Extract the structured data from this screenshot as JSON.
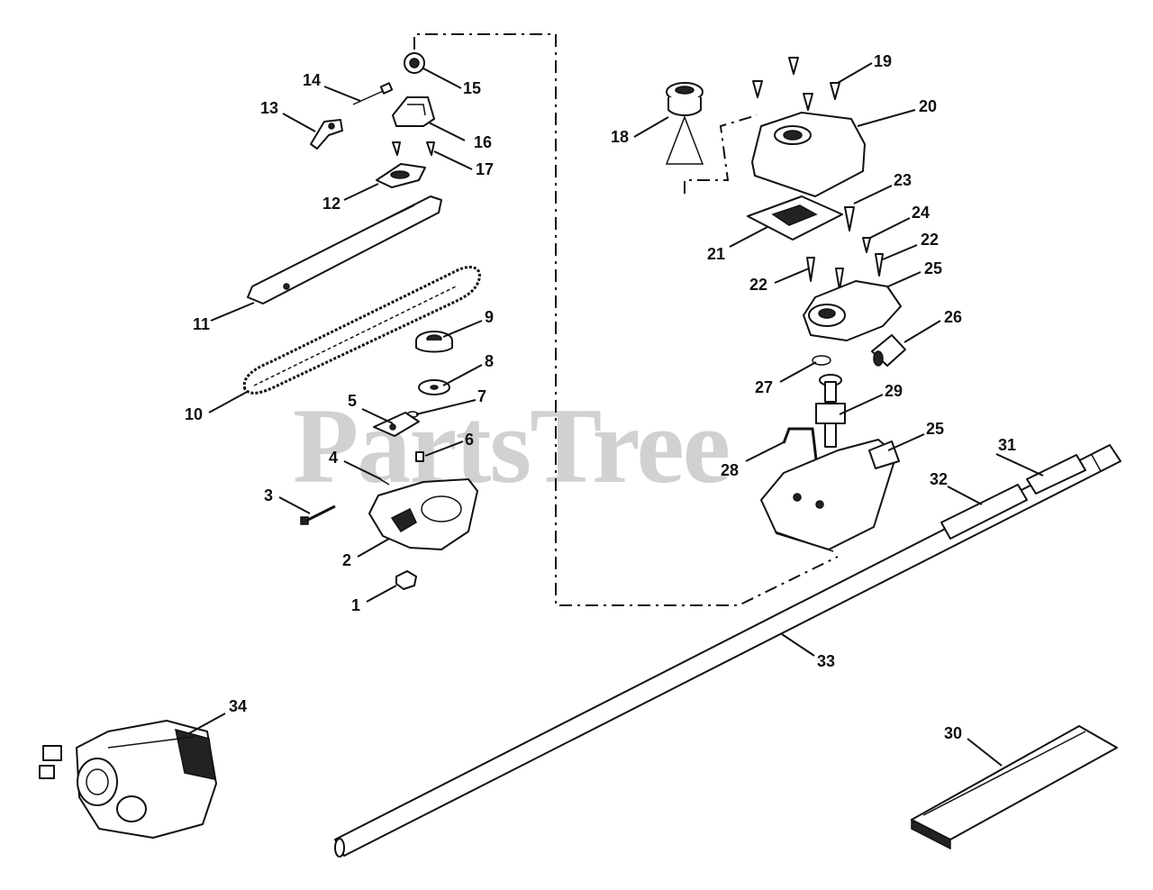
{
  "watermark": "PartsTree",
  "callouts": {
    "p1": "1",
    "p2": "2",
    "p3": "3",
    "p4": "4",
    "p5": "5",
    "p6": "6",
    "p7": "7",
    "p8": "8",
    "p9": "9",
    "p10": "10",
    "p11": "11",
    "p12": "12",
    "p13": "13",
    "p14": "14",
    "p15": "15",
    "p16": "16",
    "p17": "17",
    "p18": "18",
    "p19": "19",
    "p20": "20",
    "p21": "21",
    "p22a": "22",
    "p22b": "22",
    "p23": "23",
    "p24": "24",
    "p25a": "25",
    "p25b": "25",
    "p26": "26",
    "p27": "27",
    "p28": "28",
    "p29": "29",
    "p30": "30",
    "p31": "31",
    "p32": "32",
    "p33": "33",
    "p34": "34"
  }
}
